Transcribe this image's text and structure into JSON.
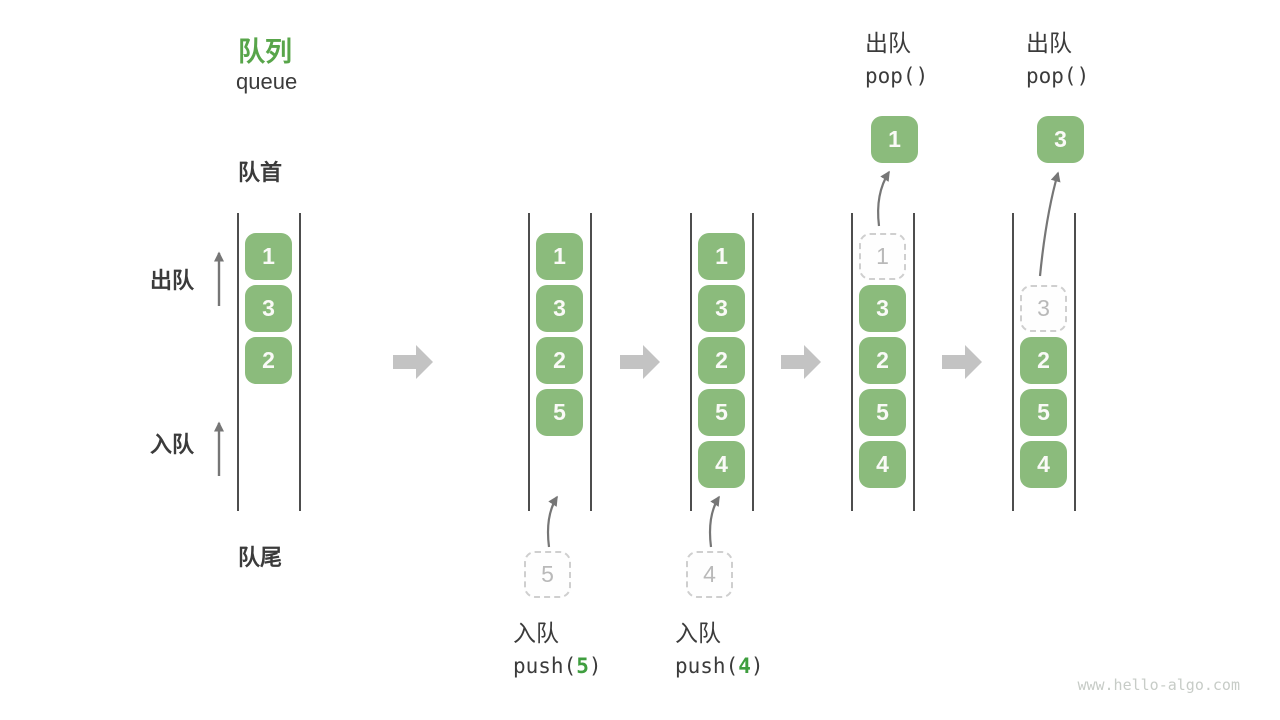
{
  "title": {
    "zh": "队列",
    "en": "queue"
  },
  "labels": {
    "front": "队首",
    "rear": "队尾",
    "dequeue": "出队",
    "enqueue": "入队"
  },
  "watermark": "www.hello-algo.com",
  "colors": {
    "box_green": "#8bbb7c",
    "box_text": "#fafaf7",
    "title_green": "#58a54a",
    "code_green": "#3f9e3f",
    "dark_text": "#3b3b3b",
    "guide_line": "#4d4d4d",
    "block_arrow": "#c3c3c3",
    "thin_arrow": "#767676",
    "dashed_border": "#cfcfcf",
    "dashed_text": "#b9b9b9",
    "watermark_gray": "#c7ccc7"
  },
  "states": [
    {
      "boxes": [
        {
          "value": "1",
          "slot": 0,
          "kind": "solid"
        },
        {
          "value": "3",
          "slot": 1,
          "kind": "solid"
        },
        {
          "value": "2",
          "slot": 2,
          "kind": "solid"
        }
      ]
    },
    {
      "boxes": [
        {
          "value": "1",
          "slot": 0,
          "kind": "solid"
        },
        {
          "value": "3",
          "slot": 1,
          "kind": "solid"
        },
        {
          "value": "2",
          "slot": 2,
          "kind": "solid"
        },
        {
          "value": "5",
          "slot": 3,
          "kind": "solid"
        }
      ],
      "staging": {
        "value": "5"
      },
      "op_bottom": {
        "label": "入队",
        "code_before": "push(",
        "code_value": "5",
        "code_after": ")"
      }
    },
    {
      "boxes": [
        {
          "value": "1",
          "slot": 0,
          "kind": "solid"
        },
        {
          "value": "3",
          "slot": 1,
          "kind": "solid"
        },
        {
          "value": "2",
          "slot": 2,
          "kind": "solid"
        },
        {
          "value": "5",
          "slot": 3,
          "kind": "solid"
        },
        {
          "value": "4",
          "slot": 4,
          "kind": "solid"
        }
      ],
      "staging": {
        "value": "4"
      },
      "op_bottom": {
        "label": "入队",
        "code_before": "push(",
        "code_value": "4",
        "code_after": ")"
      }
    },
    {
      "boxes": [
        {
          "value": "1",
          "slot": 0,
          "kind": "dashed"
        },
        {
          "value": "3",
          "slot": 1,
          "kind": "solid"
        },
        {
          "value": "2",
          "slot": 2,
          "kind": "solid"
        },
        {
          "value": "5",
          "slot": 3,
          "kind": "solid"
        },
        {
          "value": "4",
          "slot": 4,
          "kind": "solid"
        }
      ],
      "popped": {
        "value": "1"
      },
      "op_top": {
        "label": "出队",
        "code": "pop()"
      }
    },
    {
      "boxes": [
        {
          "value": "3",
          "slot": 1,
          "kind": "dashed"
        },
        {
          "value": "2",
          "slot": 2,
          "kind": "solid"
        },
        {
          "value": "5",
          "slot": 3,
          "kind": "solid"
        },
        {
          "value": "4",
          "slot": 4,
          "kind": "solid"
        }
      ],
      "popped": {
        "value": "3"
      },
      "op_top": {
        "label": "出队",
        "code": "pop()"
      }
    }
  ]
}
